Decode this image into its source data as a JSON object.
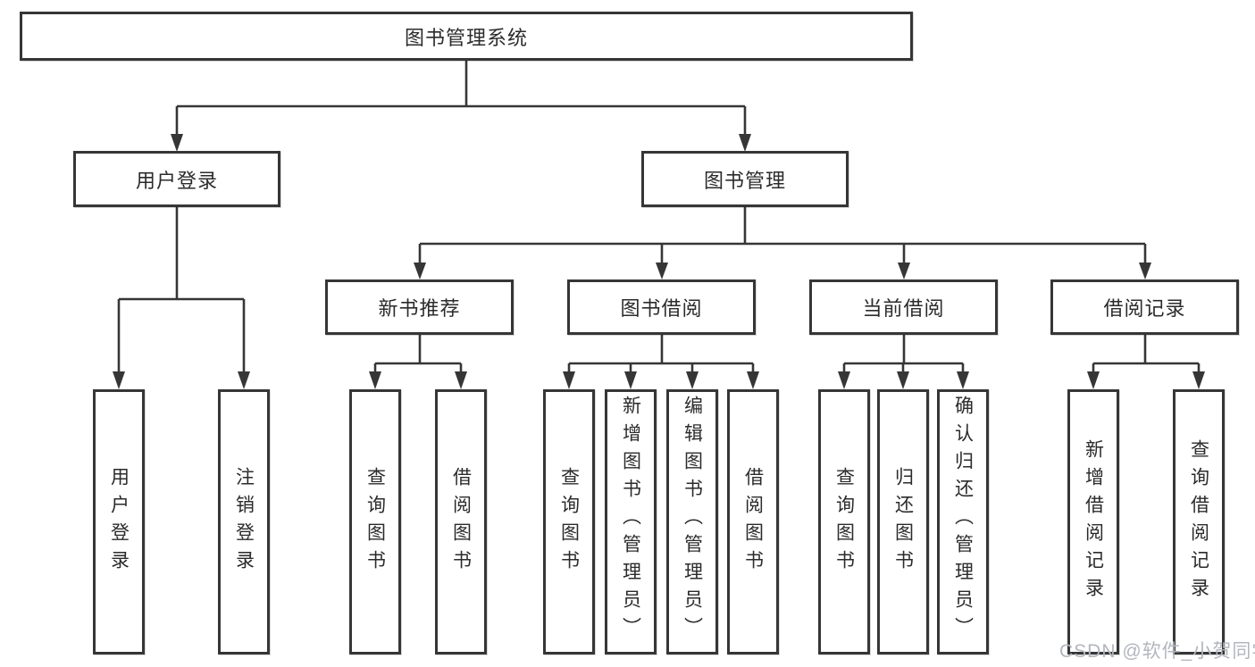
{
  "nodes": {
    "root": "图书管理系统",
    "user_login": "用户登录",
    "book_management": "图书管理",
    "new_book_recommend": "新书推荐",
    "book_borrow": "图书借阅",
    "current_borrow": "当前借阅",
    "borrow_records": "借阅记录"
  },
  "leaves": {
    "user": [
      "用户登录",
      "注销登录"
    ],
    "recommend": [
      "查询图书",
      "借阅图书"
    ],
    "borrow": [
      "查询图书",
      "新增图书（管理员）",
      "编辑图书（管理员）",
      "借阅图书"
    ],
    "current": [
      "查询图书",
      "归还图书",
      "确认归还（管理员）"
    ],
    "records": [
      "新增借阅记录",
      "查询借阅记录"
    ]
  },
  "watermark": "CSDN @软件_小贺同学",
  "colors": {
    "line": "#363636",
    "text": "#2b2b2b",
    "watermark": "#b2b6bd",
    "bg": "#ffffff"
  }
}
